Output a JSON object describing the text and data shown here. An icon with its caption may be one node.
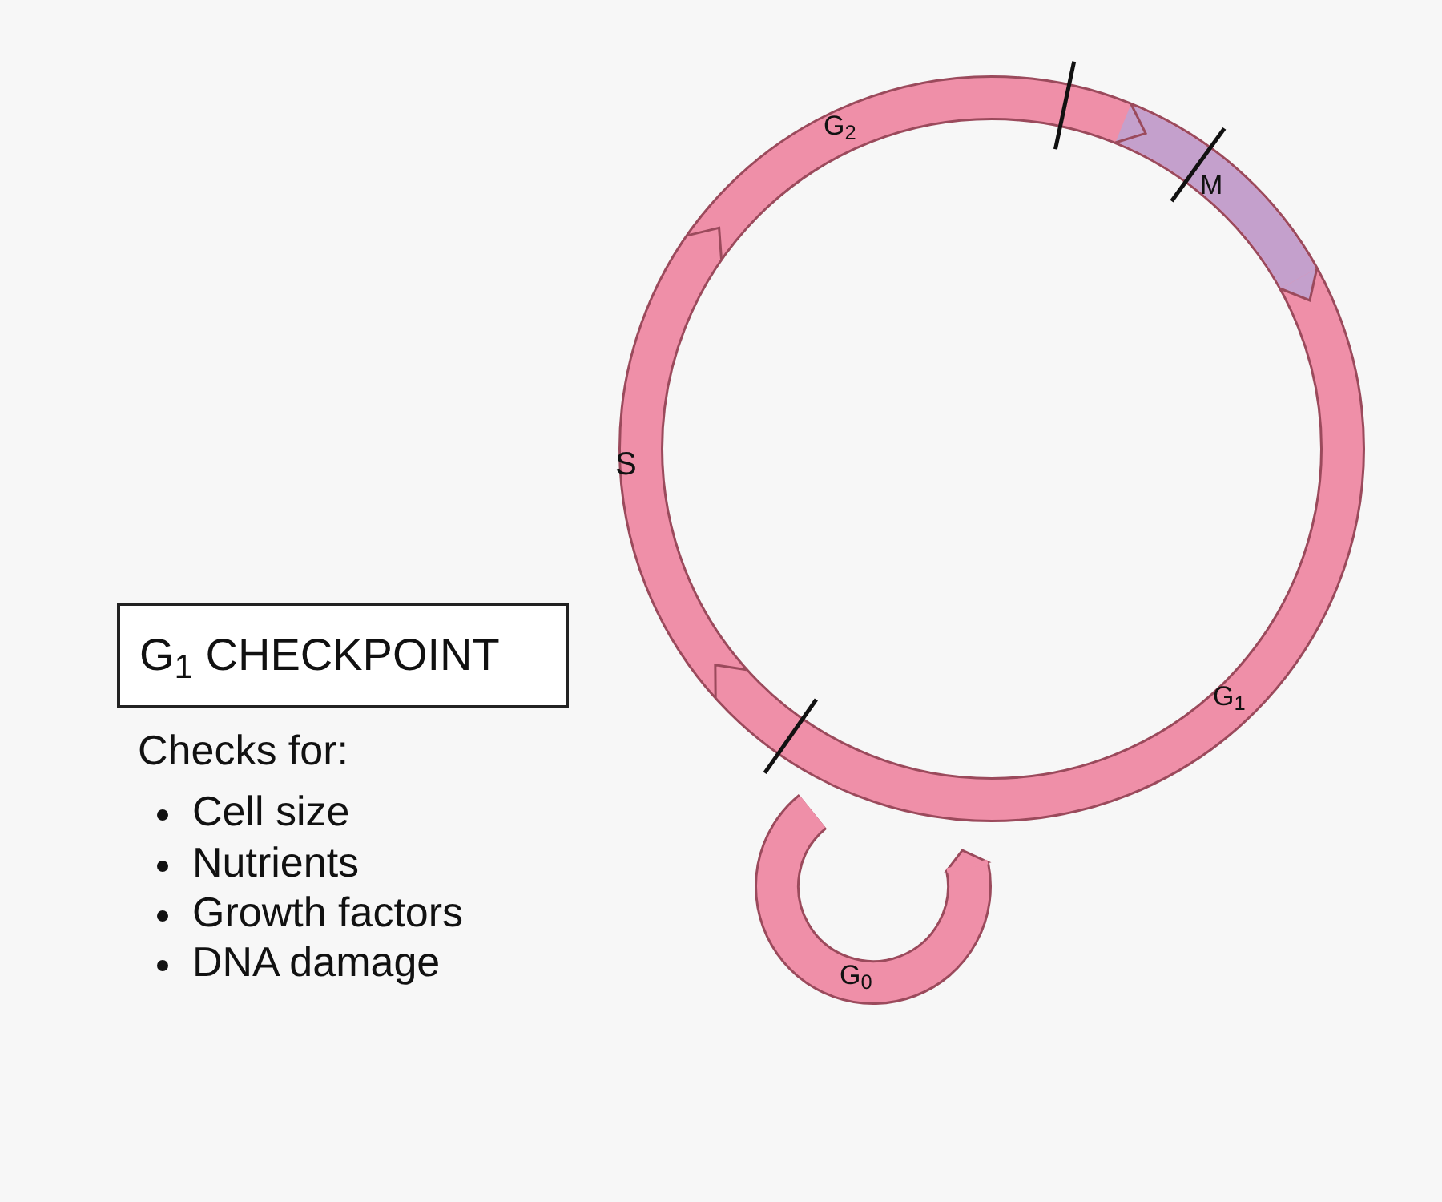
{
  "diagram": {
    "nodes": [
      {
        "text": [
          "G$_{1}$ CHECKPOINT"
        ]
      }
    ],
    "labels": [
      "Checks for:",
      "Cell size",
      "Nutrients",
      "Growth factors",
      "DNA damage",
      "G$_{2}$",
      "M",
      "S",
      "G$_{1}$",
      "G$_{0}$"
    ]
  }
}
